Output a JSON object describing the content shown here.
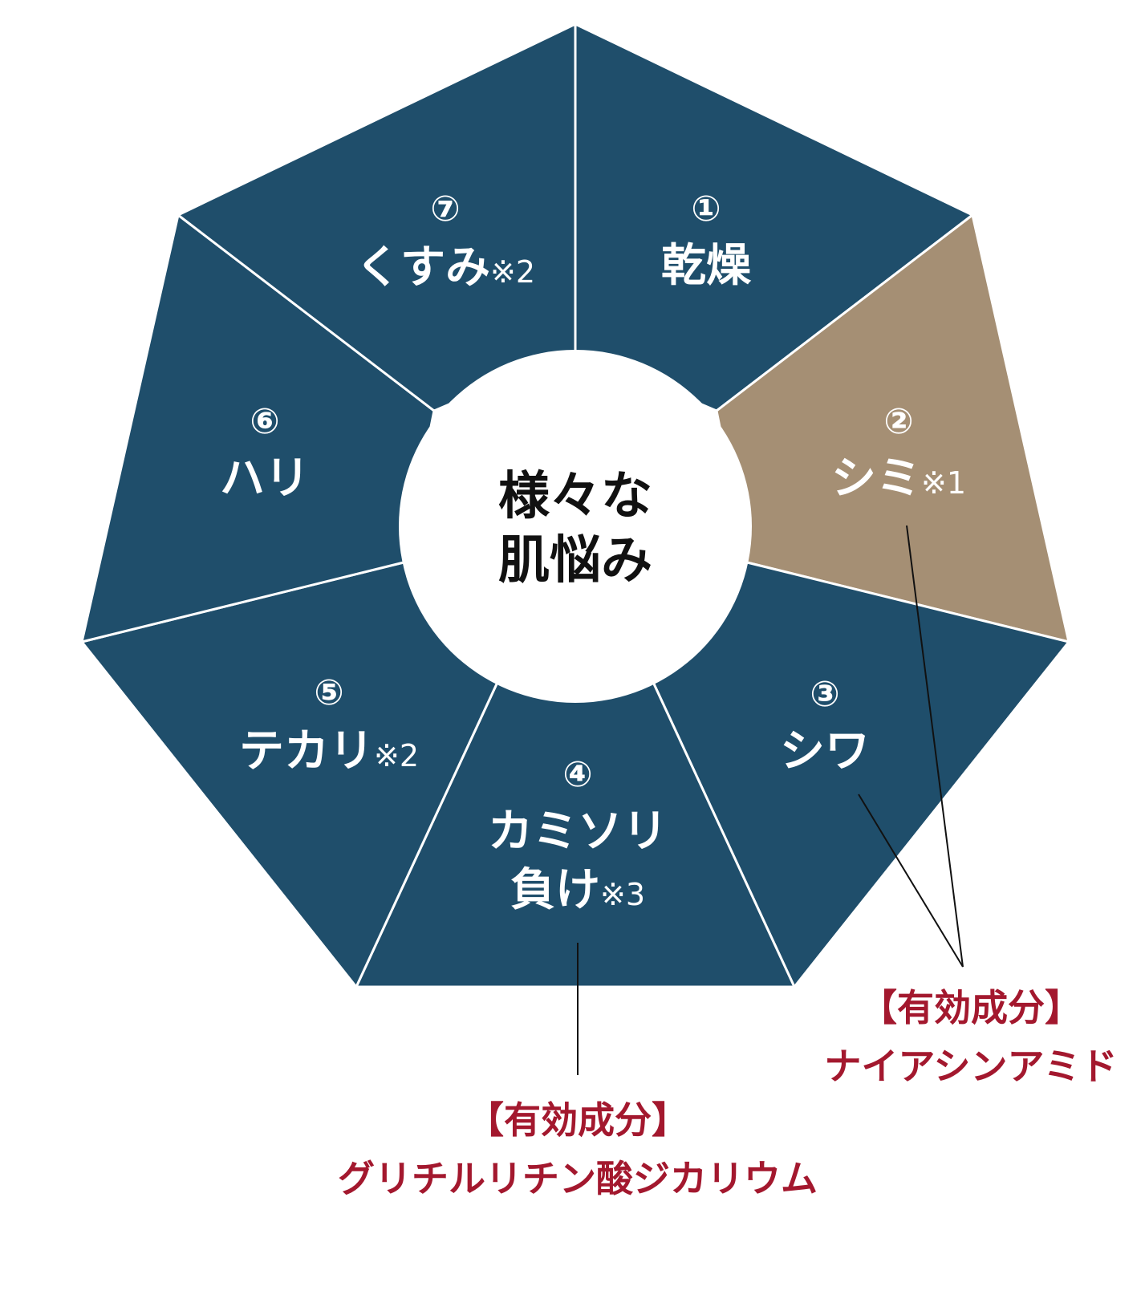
{
  "colors": {
    "segment": "#1f4e6b",
    "highlight": "#a58f74",
    "divider": "#ffffff",
    "center_bg": "#ffffff",
    "center_text": "#111111",
    "ingredient_text": "#a3182e",
    "leader_line": "#111111"
  },
  "center": {
    "line1": "様々な",
    "line2": "肌悩み"
  },
  "segments": [
    {
      "number": "①",
      "label": "乾燥",
      "label2": "",
      "note": "",
      "highlight": false
    },
    {
      "number": "②",
      "label": "シミ",
      "label2": "",
      "note": "※1",
      "highlight": true
    },
    {
      "number": "③",
      "label": "シワ",
      "label2": "",
      "note": "",
      "highlight": false
    },
    {
      "number": "④",
      "label": "カミソリ",
      "label2": "負け",
      "note": "※3",
      "highlight": false
    },
    {
      "number": "⑤",
      "label": "テカリ",
      "label2": "",
      "note": "※2",
      "highlight": false
    },
    {
      "number": "⑥",
      "label": "ハリ",
      "label2": "",
      "note": "",
      "highlight": false
    },
    {
      "number": "⑦",
      "label": "くすみ",
      "label2": "",
      "note": "※2",
      "highlight": false
    }
  ],
  "ingredients": [
    {
      "heading": "【有効成分】",
      "name": "ナイアシンアミド"
    },
    {
      "heading": "【有効成分】",
      "name": "グリチルリチン酸ジカリウム"
    }
  ]
}
